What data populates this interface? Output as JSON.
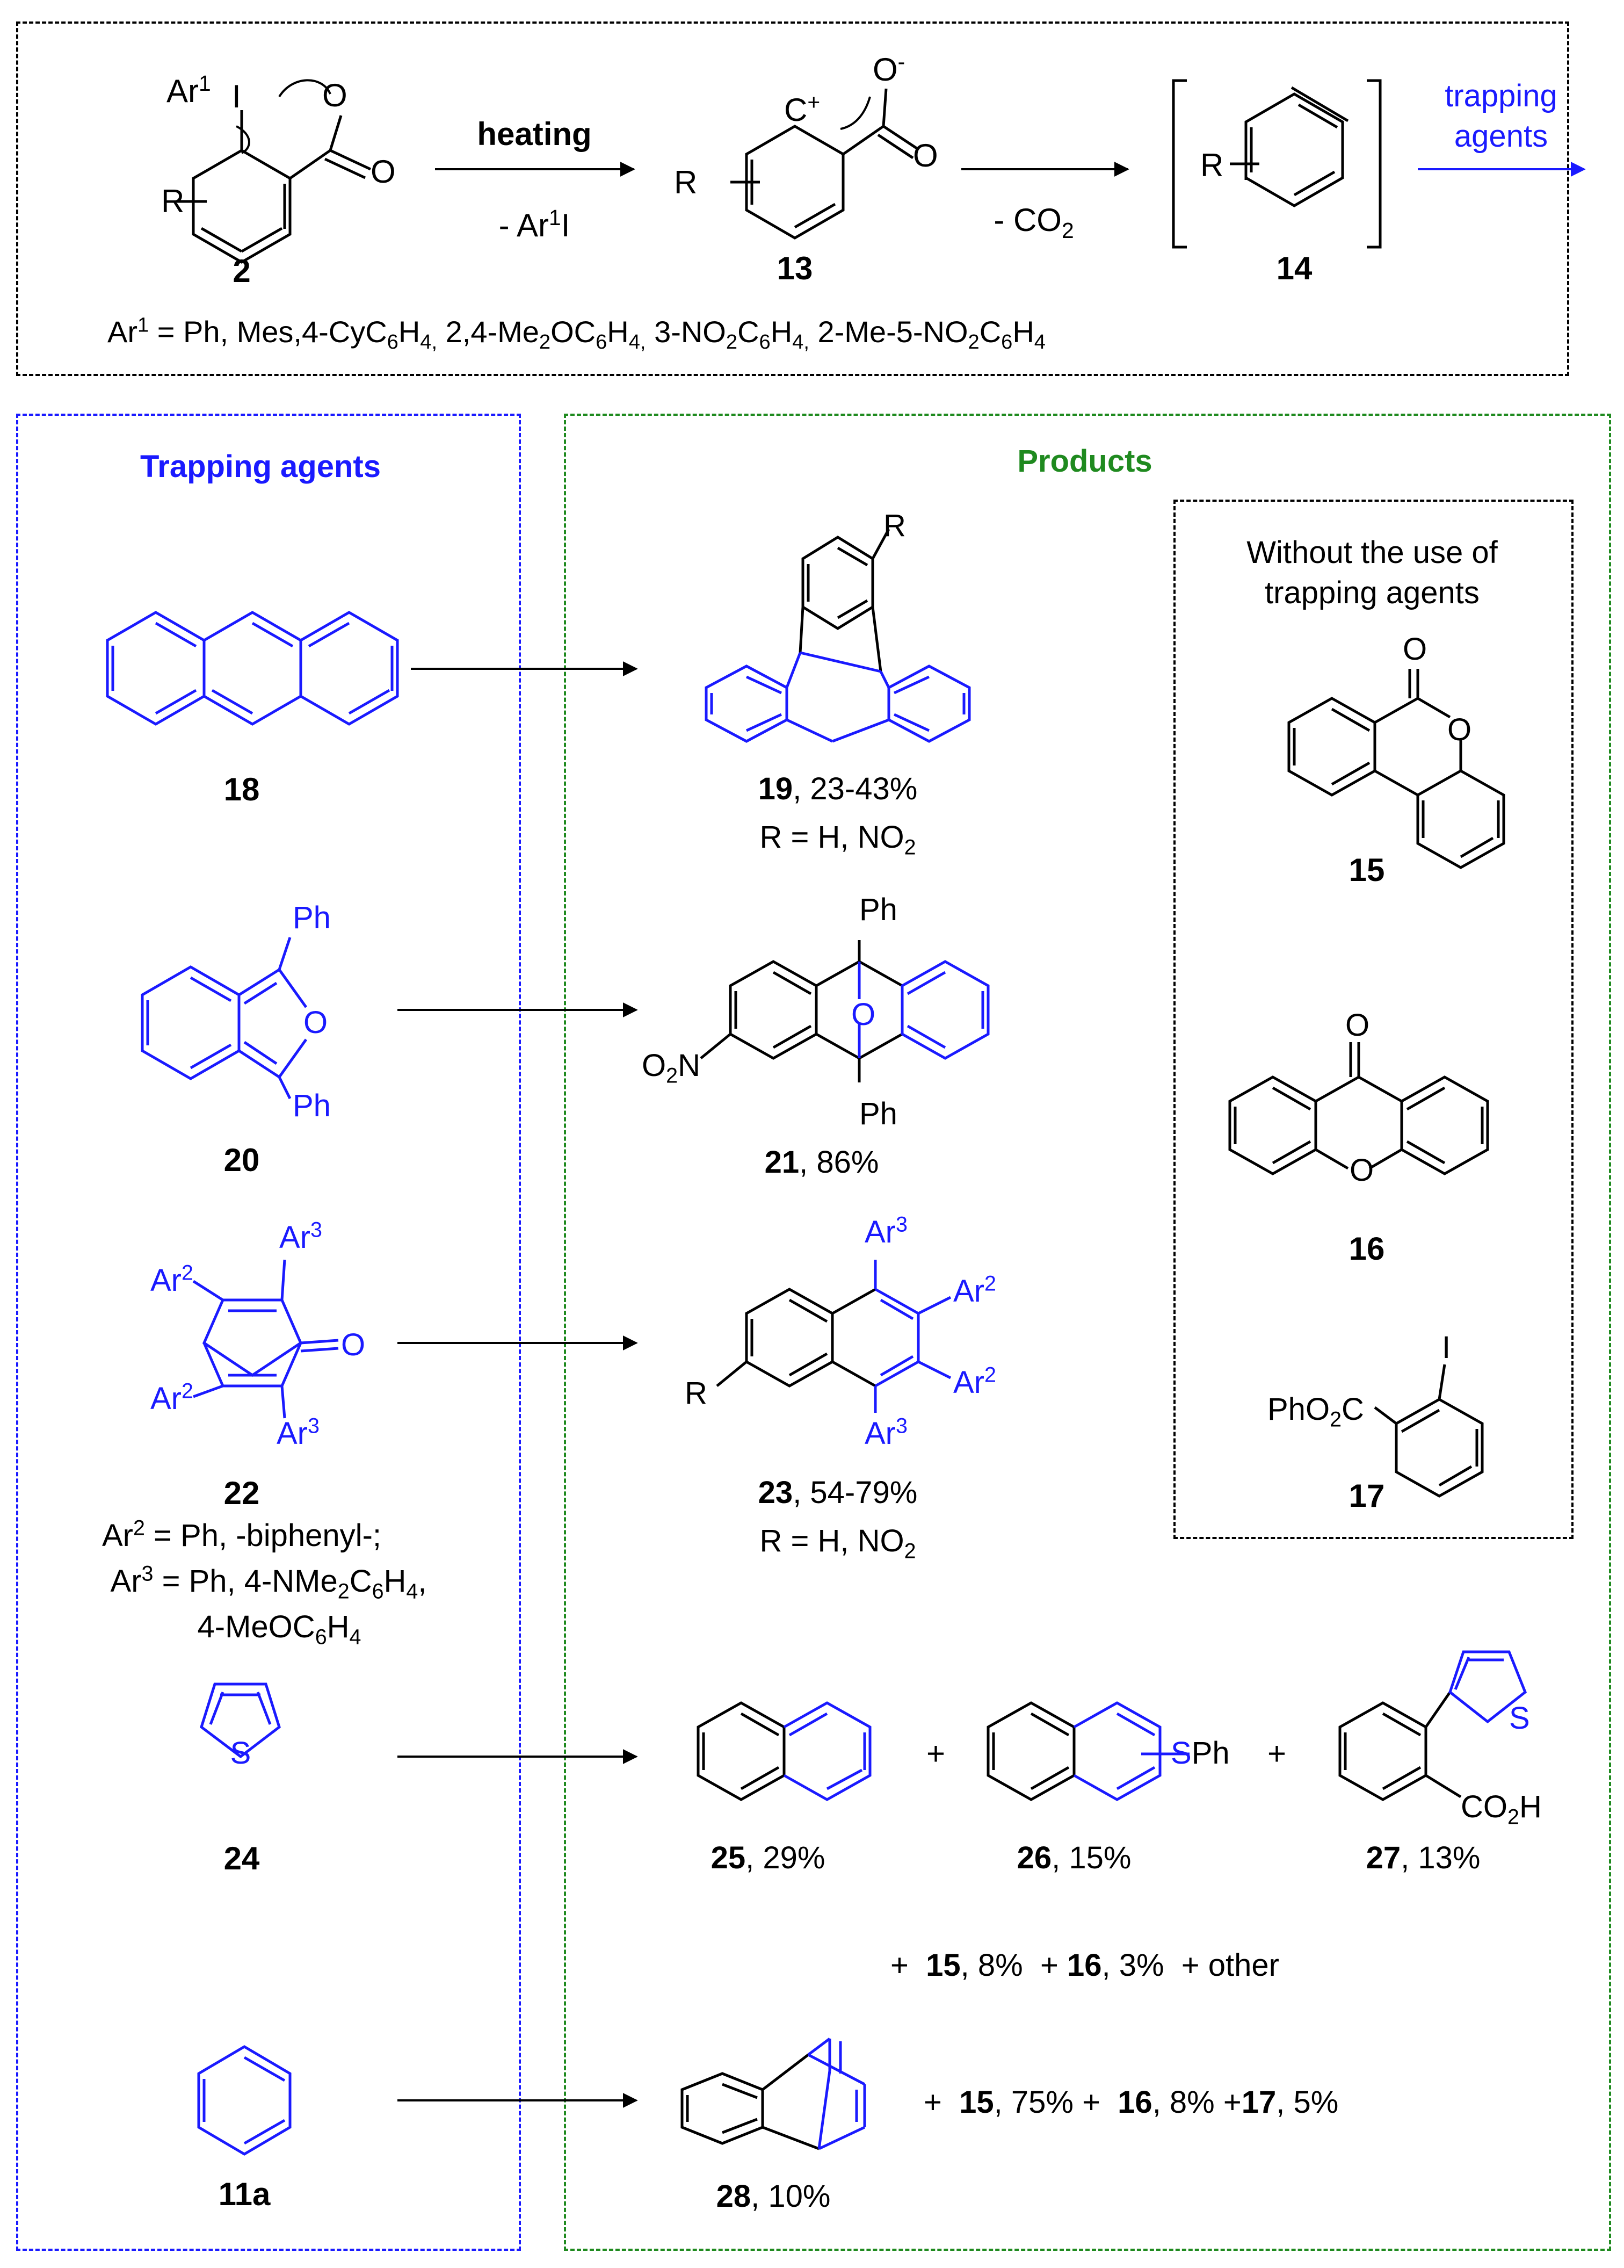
{
  "reaction": {
    "ar1_label": "Ar",
    "ar1_sup": "1",
    "i_label": "I",
    "o_ring": "O",
    "o_carbonyl": "O",
    "r_label": "R",
    "compound_2": "2",
    "heating": "heating",
    "minus_ar1i_pre": "- Ar",
    "minus_ar1i_sup": "1",
    "minus_ar1i_post": "I",
    "c_plus": "C",
    "c_plus_sup": "+",
    "o_minus": "O",
    "o_minus_sup": "-",
    "o_13": "O",
    "r_13": "R",
    "compound_13": "13",
    "minus_co2_pre": "- CO",
    "minus_co2_sub": "2",
    "r_14": "R",
    "compound_14": "14",
    "trapping_line1": "trapping",
    "trapping_line2": "agents",
    "ar1_def": {
      "s1": "Ar",
      "s1_sup": "1",
      "s2": " = Ph, Mes,4-CyC",
      "s2_sub": "6",
      "s3": "H",
      "s3_sub": "4,",
      "s4": " 2,4-Me",
      "s4_sub": "2",
      "s5": "OC",
      "s5_sub": "6",
      "s6": "H",
      "s6_sub": "4,",
      "s7": " 3-NO",
      "s7_sub": "2",
      "s8": "C",
      "s8_sub": "6",
      "s9": "H",
      "s9_sub": "4,",
      "s10": " 2-Me-5-NO",
      "s10_sub": "2",
      "s11": "C",
      "s11_sub": "6",
      "s12": "H",
      "s12_sub": "4"
    }
  },
  "panels": {
    "trapping_title": "Trapping agents",
    "products_title": "Products",
    "without_line1": "Without the use of",
    "without_line2": "trapping agents"
  },
  "rows": {
    "r18": {
      "agent": "18",
      "product": "19",
      "yield": ", 23-43%",
      "r_def": "R = H, NO",
      "r_def_sub": "2",
      "r_top": "R"
    },
    "r20": {
      "agent": "20",
      "ph_top": "Ph",
      "ph_bottom": "Ph",
      "o": "O",
      "product": "21",
      "yield": ", 86%",
      "ph_p_top": "Ph",
      "ph_p_bottom": "Ph",
      "o_p": "O",
      "no2": "O",
      "no2_sub": "2",
      "no2_n": "N"
    },
    "r22": {
      "agent": "22",
      "ar2": "Ar",
      "ar2_sup": "2",
      "ar3": "Ar",
      "ar3_sup": "3",
      "o": "O",
      "def1_pre": "Ar",
      "def1_sup": "2",
      "def1_post": " = Ph, -biphenyl-;",
      "def2_pre": "Ar",
      "def2_sup": "3",
      "def2_mid": " = Ph, 4-NMe",
      "def2_sub1": "2",
      "def2_c": "C",
      "def2_sub2": "6",
      "def2_h": "H",
      "def2_sub3": "4",
      "def2_end": ",",
      "def3_pre": "4-MeOC",
      "def3_sub1": "6",
      "def3_h": "H",
      "def3_sub2": "4",
      "product": "23",
      "yield": ", 54-79%",
      "r_def": "R = H, NO",
      "r_def_sub": "2",
      "r_left": "R"
    },
    "r24": {
      "agent": "24",
      "s": "S",
      "p25": "25",
      "y25": ", 29%",
      "p26": "26",
      "y26": ", 15%",
      "sph": "SPh",
      "p27": "27",
      "y27": ", 13%",
      "s27": "S",
      "co2h_pre": "CO",
      "co2h_sub": "2",
      "co2h_post": "H",
      "plus": "+",
      "extra": {
        "plus": "+",
        "c15": "15",
        "y15": ", 8%",
        "c16": "16",
        "y16": ", 3%",
        "other": "+ other"
      }
    },
    "r11a": {
      "agent": "11a",
      "p28": "28",
      "y28": ", 10%",
      "plus": "+",
      "c15": "15",
      "y15": ", 75%",
      "c16": "16",
      "y16": ", 8%",
      "c17": "17",
      "y17": ", 5%"
    }
  },
  "side": {
    "c15": "15",
    "o15_carbonyl": "O",
    "o15_ring": "O",
    "c16": "16",
    "o16_carbonyl": "O",
    "o16_ring": "O",
    "c17": "17",
    "i17": "I",
    "pho2c_pre": "PhO",
    "pho2c_sub": "2",
    "pho2c_post": "C"
  },
  "colors": {
    "blue": "#1a1aff",
    "green": "#1f8a1f",
    "black": "#000000"
  }
}
